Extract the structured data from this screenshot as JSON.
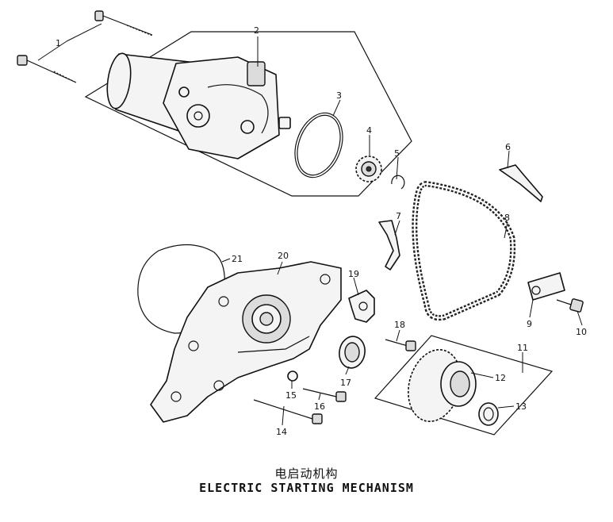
{
  "diagram": {
    "title_cn": "电启动机构",
    "title_en": "ELECTRIC STARTING MECHANISM",
    "callouts": [
      "1",
      "2",
      "3",
      "4",
      "5",
      "6",
      "7",
      "8",
      "9",
      "10",
      "11",
      "12",
      "13",
      "14",
      "15",
      "16",
      "17",
      "18",
      "19",
      "20",
      "21"
    ]
  }
}
